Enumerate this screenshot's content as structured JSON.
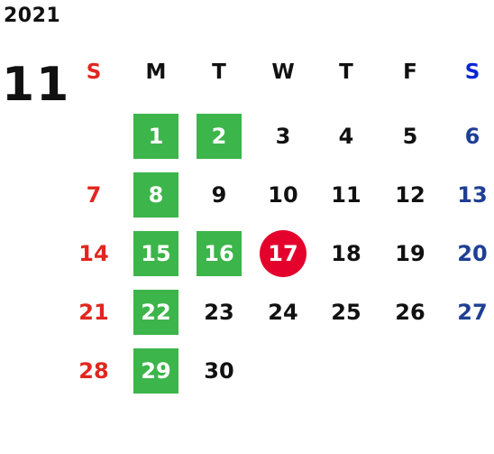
{
  "year": "2021",
  "month": "11",
  "weekdays": [
    "S",
    "M",
    "T",
    "W",
    "T",
    "F",
    "S"
  ],
  "days": [
    "1",
    "2",
    "3",
    "4",
    "5",
    "6",
    "7",
    "8",
    "9",
    "10",
    "11",
    "12",
    "13",
    "14",
    "15",
    "16",
    "17",
    "18",
    "19",
    "20",
    "21",
    "22",
    "23",
    "24",
    "25",
    "26",
    "27",
    "28",
    "29",
    "30"
  ],
  "first_weekday_index": 1,
  "highlighted_days": [
    "1",
    "2",
    "8",
    "15",
    "16",
    "22",
    "29"
  ],
  "today": "17",
  "colors": {
    "sunday": "#e0271f",
    "saturday": "#1f3f95",
    "saturday_header": "#0b25d6",
    "highlight": "#3cb54a",
    "today": "#e4022d",
    "text": "#111111"
  }
}
